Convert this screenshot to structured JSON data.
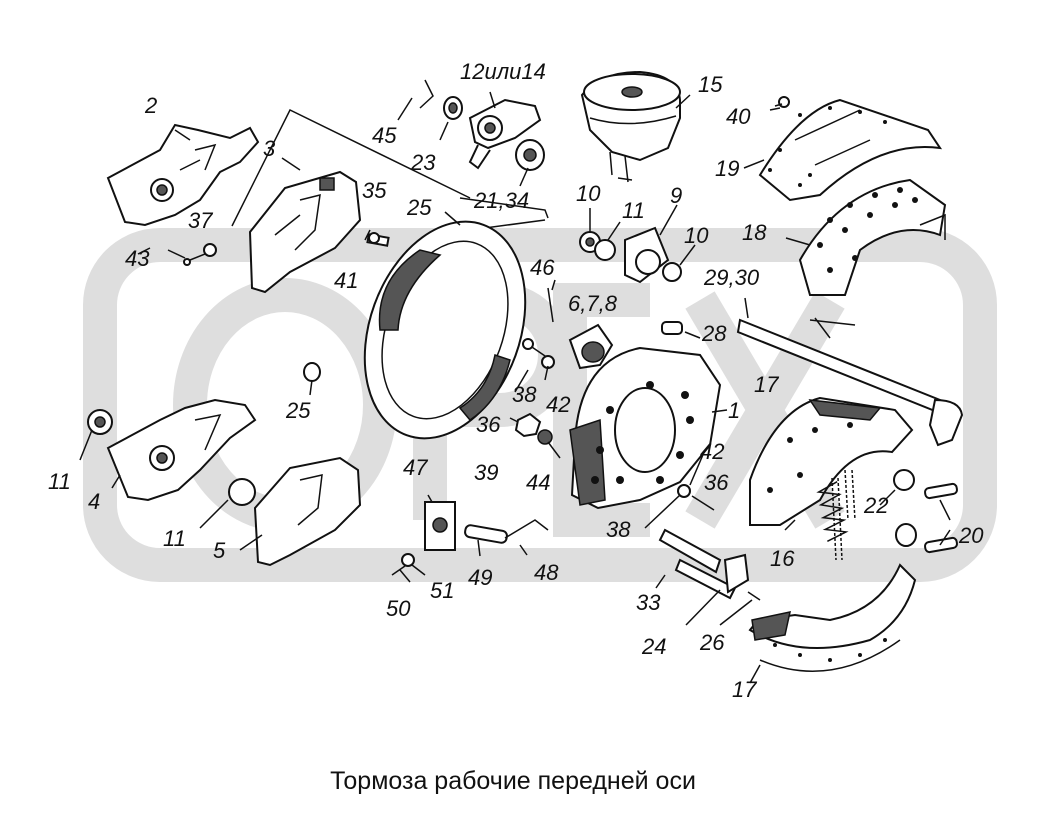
{
  "caption": "Тормоза рабочие передней оси",
  "watermark": {
    "text": "OPEX",
    "color": "#dedede"
  },
  "labels": [
    "2",
    "3",
    "37",
    "43",
    "35",
    "41",
    "45",
    "23",
    "12или14",
    "21,34",
    "15",
    "40",
    "19",
    "10",
    "11",
    "9",
    "10",
    "18",
    "25",
    "46",
    "6,7,8",
    "28",
    "29,30",
    "17",
    "1",
    "25",
    "38",
    "36",
    "42",
    "42",
    "36",
    "11",
    "4",
    "39",
    "44",
    "38",
    "47",
    "22",
    "20",
    "11",
    "5",
    "16",
    "49",
    "48",
    "33",
    "50",
    "51",
    "24",
    "26",
    "17"
  ],
  "colors": {
    "ink": "#111111",
    "background": "#ffffff"
  }
}
